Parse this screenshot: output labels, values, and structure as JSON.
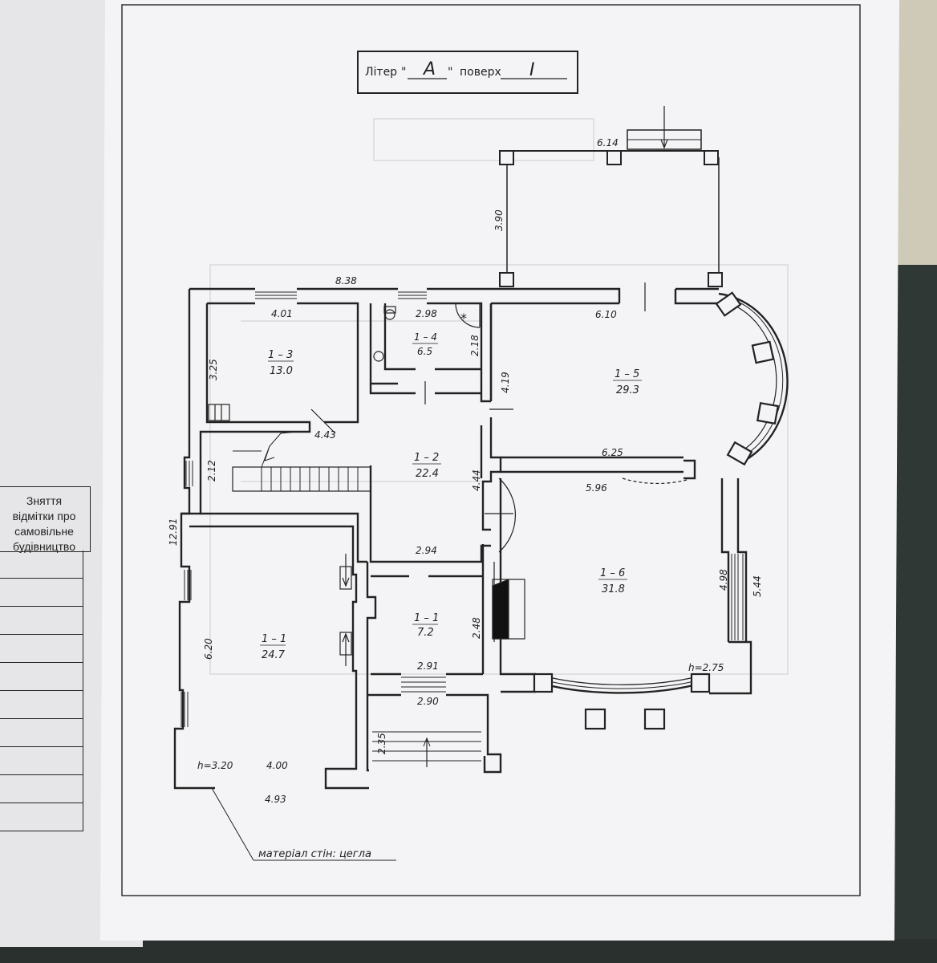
{
  "header": {
    "liter_label": "Літер",
    "liter_value": "A",
    "floor_label": "поверх",
    "floor_value": "I"
  },
  "stamp": {
    "title_lines": [
      "Зняття",
      "відмітки про",
      "самовільне",
      "будівництво"
    ]
  },
  "rooms": [
    {
      "id": "1 – 1",
      "area": "7.2"
    },
    {
      "id": "1 – 2",
      "area": "22.4"
    },
    {
      "id": "1 – 3",
      "area": "13.0"
    },
    {
      "id": "1 – 4",
      "area": "6.5"
    },
    {
      "id": "1 – 5",
      "area": "29.3"
    },
    {
      "id": "1 – 6",
      "area": "31.8"
    },
    {
      "id": "1 – 1",
      "area": "24.7"
    }
  ],
  "dimensions": {
    "d_8_38": "8.38",
    "d_4_01": "4.01",
    "d_2_98": "2.98",
    "d_6_10": "6.10",
    "d_6_14": "6.14",
    "d_3_90": "3.90",
    "d_3_25": "3.25",
    "d_2_18": "2.18",
    "d_4_19": "4.19",
    "d_4_43": "4.43",
    "d_2_12": "2.12",
    "d_4_44": "4.44",
    "d_6_25": "6.25",
    "d_5_96": "5.96",
    "d_12_91": "12.91",
    "d_2_94": "2.94",
    "d_4_98": "4.98",
    "d_5_44": "5.44",
    "d_2_48": "2.48",
    "d_6_20": "6.20",
    "d_2_91": "2.91",
    "d_2_90": "2.90",
    "d_2_35": "2.35",
    "d_4_00": "4.00",
    "d_4_93": "4.93"
  },
  "heights": {
    "h1": "h=3.20",
    "h2": "h=2.75"
  },
  "wall_material": "матеріал стін: цегла"
}
